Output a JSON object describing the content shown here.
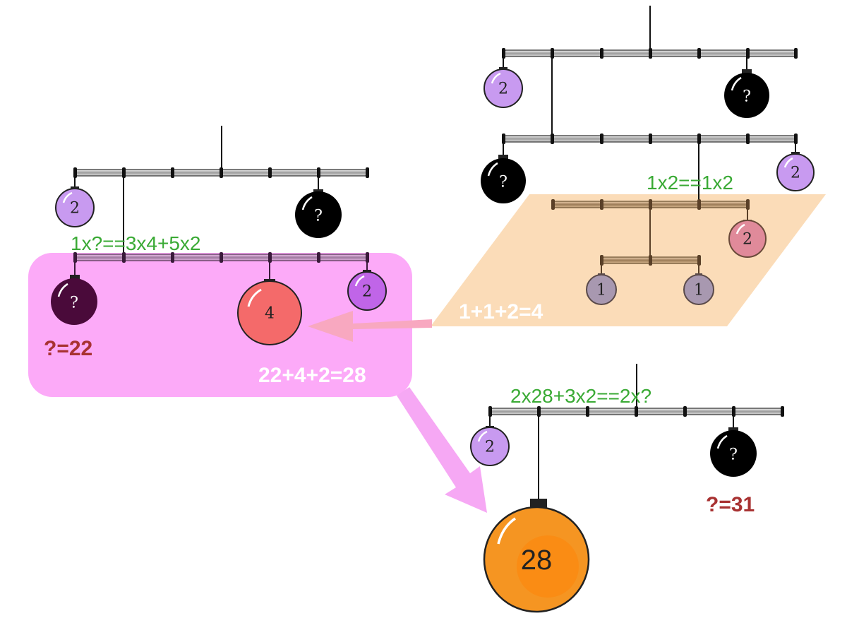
{
  "colors": {
    "lilac": "#c89af0",
    "black": "#000000",
    "dark_purple": "#4a0a3a",
    "salmon": "#f46a6a",
    "violet": "#c065e8",
    "pink_faded": "#e08a9a",
    "grey_purple": "#a898b0",
    "orange": "#f59522",
    "highlight_pink": "#fcaaf8",
    "highlight_peach": "#fbd8b0",
    "equation_green": "#3aaa35",
    "answer_red": "#a83232"
  },
  "mobiles": {
    "top_right": {
      "bar1_left": "2",
      "bar1_right": "?",
      "bar2_left": "?",
      "bar2_right": "2",
      "equation": "1x2==1x2",
      "sub_right": "2",
      "sub_left_a": "1",
      "sub_left_b": "1",
      "sum": "1+1+2=4"
    },
    "left": {
      "bar1_left": "2",
      "bar1_right": "?",
      "equation": "1x?==3x4+5x2",
      "bar2_left": "?",
      "bar2_mid": "4",
      "bar2_right": "2",
      "answer": "?=22",
      "sum": "22+4+2=28"
    },
    "bottom": {
      "equation": "2x28+3x2==2x?",
      "left": "2",
      "big": "28",
      "right": "?",
      "answer": "?=31"
    }
  }
}
